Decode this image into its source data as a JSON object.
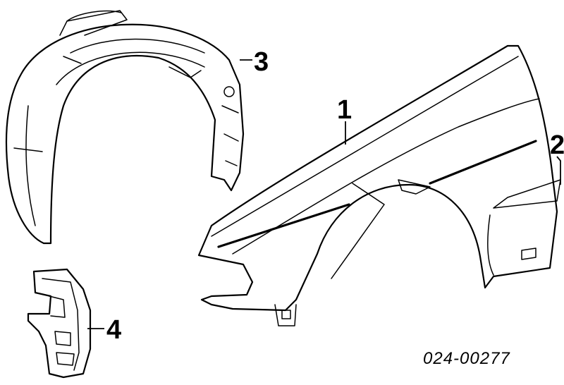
{
  "callouts": [
    {
      "id": "1",
      "label": "1"
    },
    {
      "id": "2",
      "label": "2"
    },
    {
      "id": "3",
      "label": "3"
    },
    {
      "id": "4",
      "label": "4"
    }
  ],
  "diagram_code": "024-00277"
}
